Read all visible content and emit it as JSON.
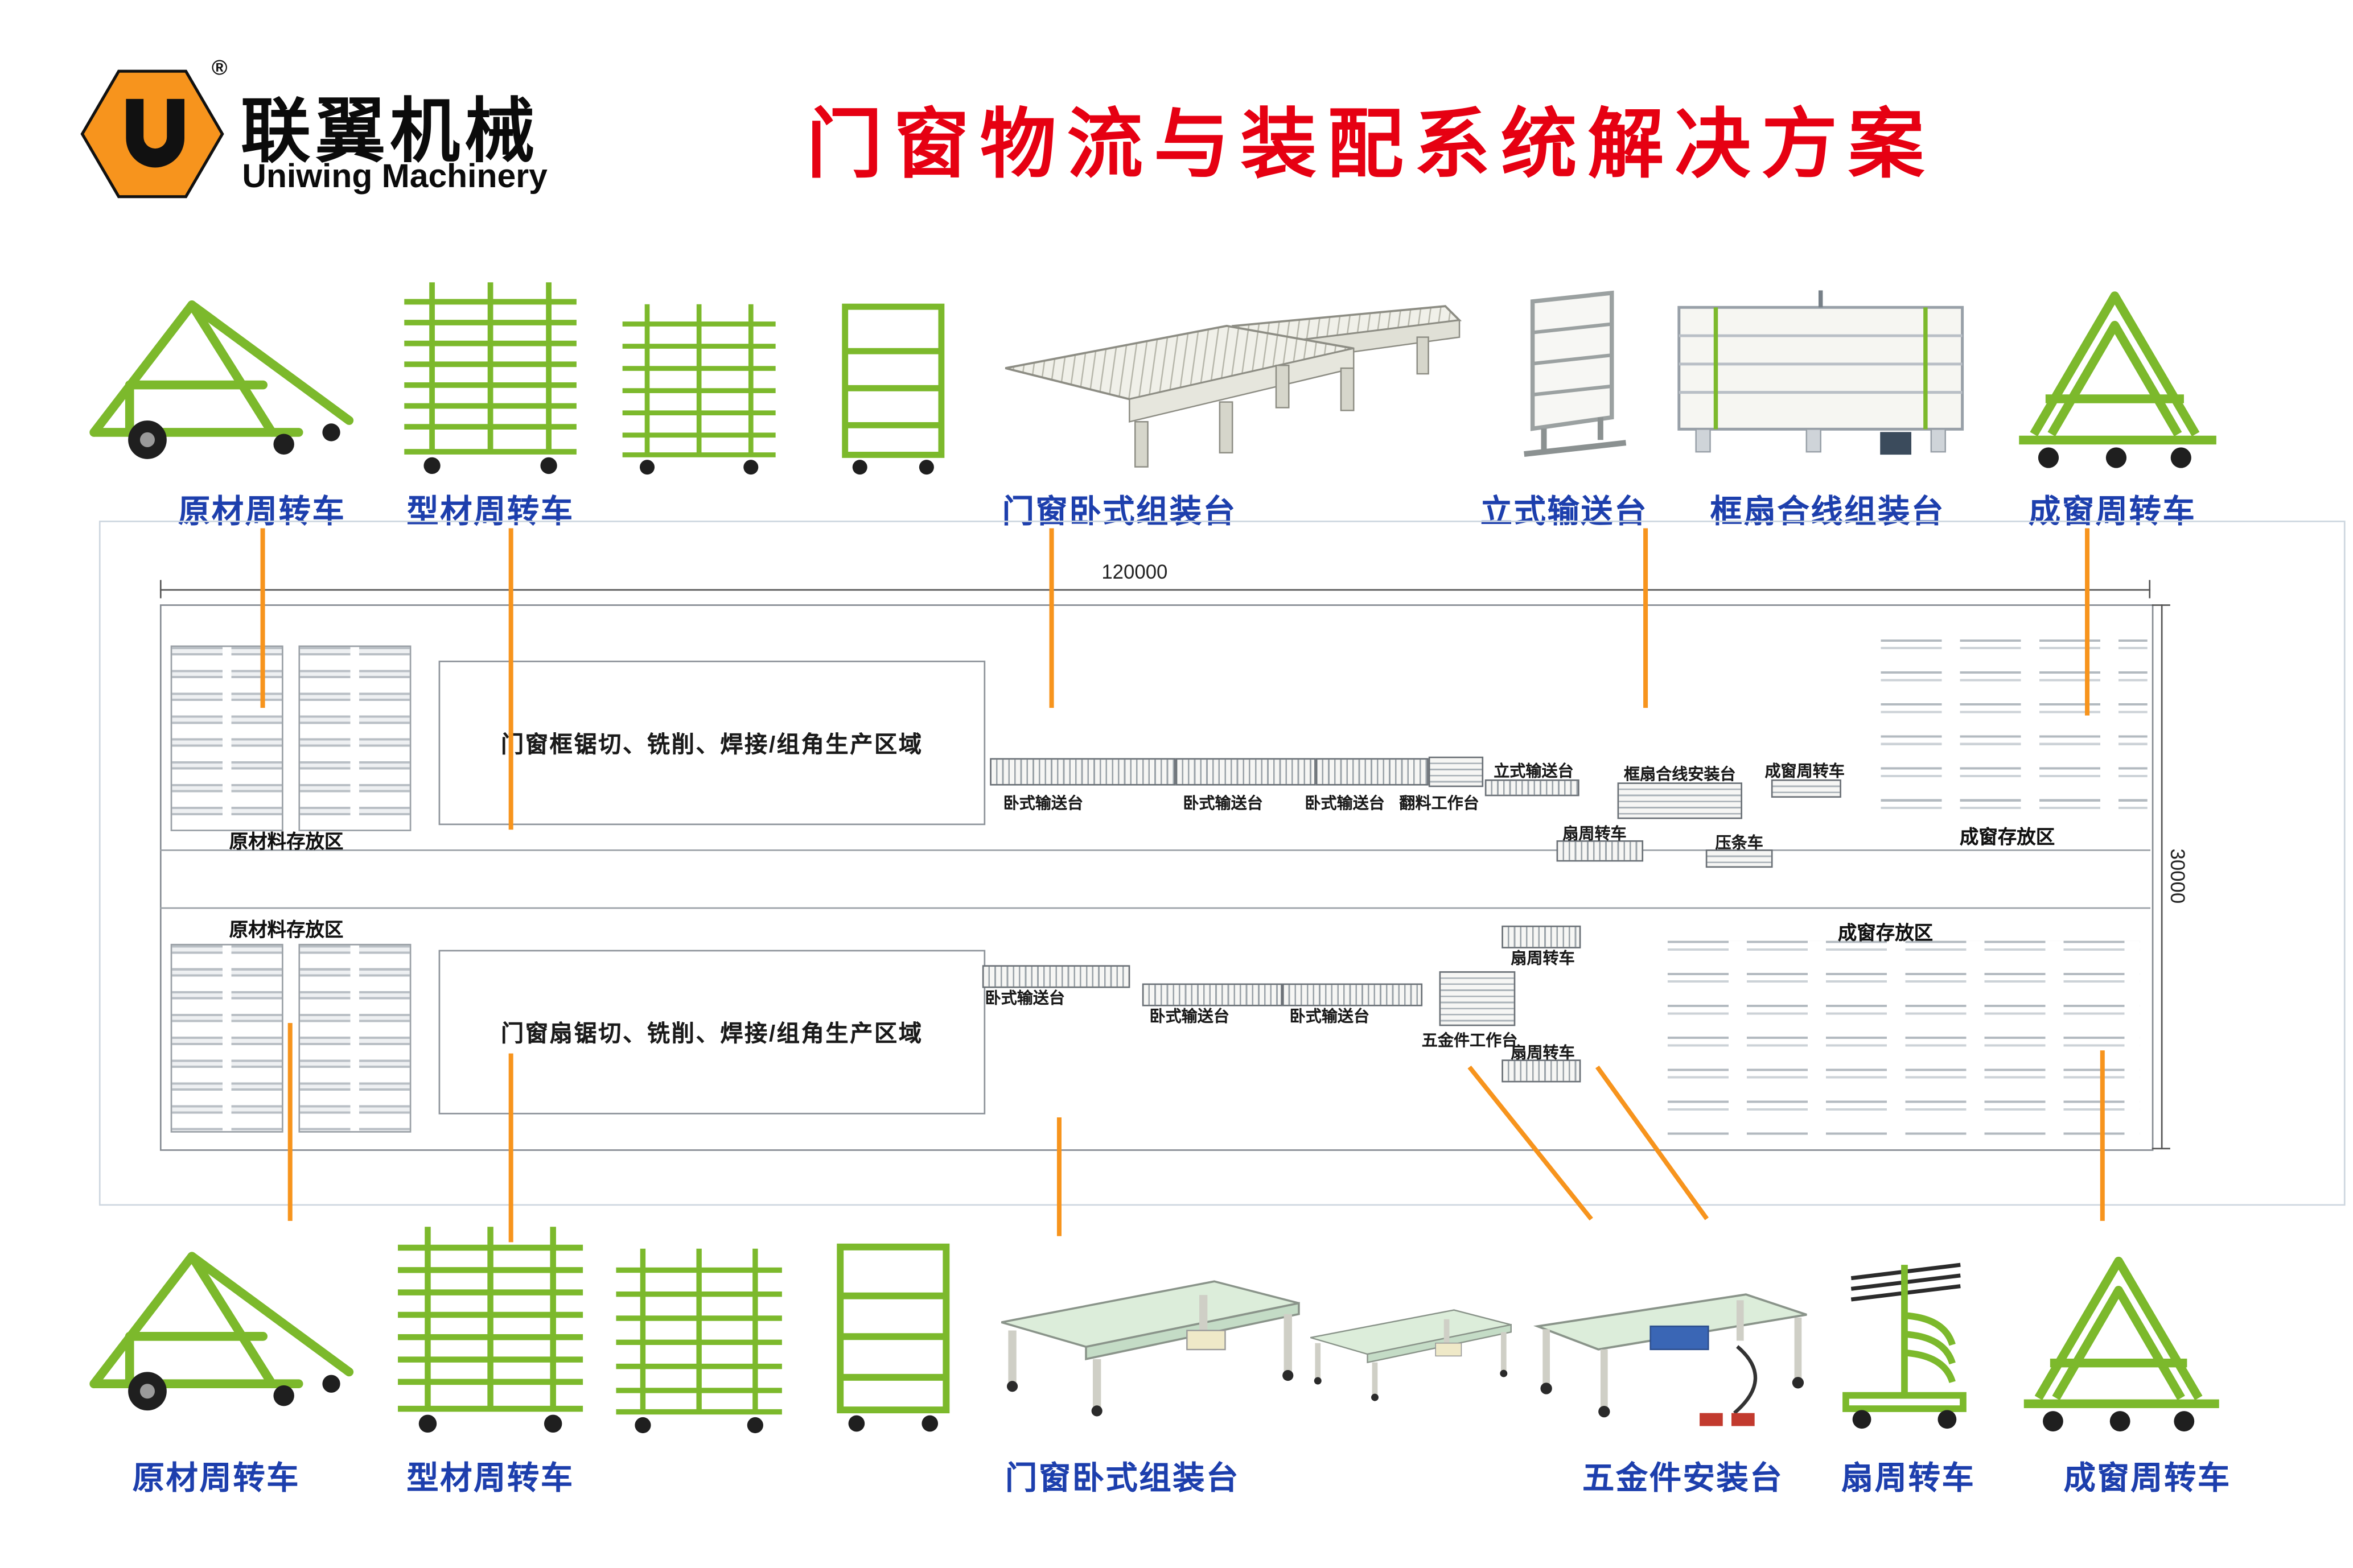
{
  "header": {
    "brand_cn": "联翼机械",
    "brand_en": "Uniwing Machinery",
    "registered": "®",
    "title": "门窗物流与装配系统解决方案"
  },
  "top_labels": [
    "原材周转车",
    "型材周转车",
    "门窗卧式组装台",
    "立式输送台",
    "框扇合线组装台",
    "成窗周转车"
  ],
  "bottom_labels": [
    "原材周转车",
    "型材周转车",
    "门窗卧式组装台",
    "五金件安装台",
    "扇周转车",
    "成窗周转车"
  ],
  "plan": {
    "dim_width": "120000",
    "dim_height": "30000",
    "zone_raw_top": "原材料存放区",
    "zone_raw_bottom": "原材料存放区",
    "zone_finished_top": "成窗存放区",
    "zone_finished_bottom": "成窗存放区",
    "area_frame": "门窗框锯切、铣削、焊接/组角生产区域",
    "area_sash": "门窗扇锯切、铣削、焊接/组角生产区域",
    "top_line": [
      "卧式输送台",
      "卧式输送台",
      "卧式输送台",
      "翻料工作台",
      "立式输送台",
      "框扇合线安装台",
      "成窗周转车",
      "扇周转车",
      "压条车"
    ],
    "bottom_line": [
      "卧式输送台",
      "卧式输送台",
      "卧式输送台",
      "扇周转车",
      "五金件工作台",
      "扇周转车"
    ]
  },
  "colors": {
    "accent_orange": "#F7941D",
    "title_red": "#E60012",
    "label_blue": "#1D3FAD",
    "equipment_green": "#7CB92C"
  }
}
